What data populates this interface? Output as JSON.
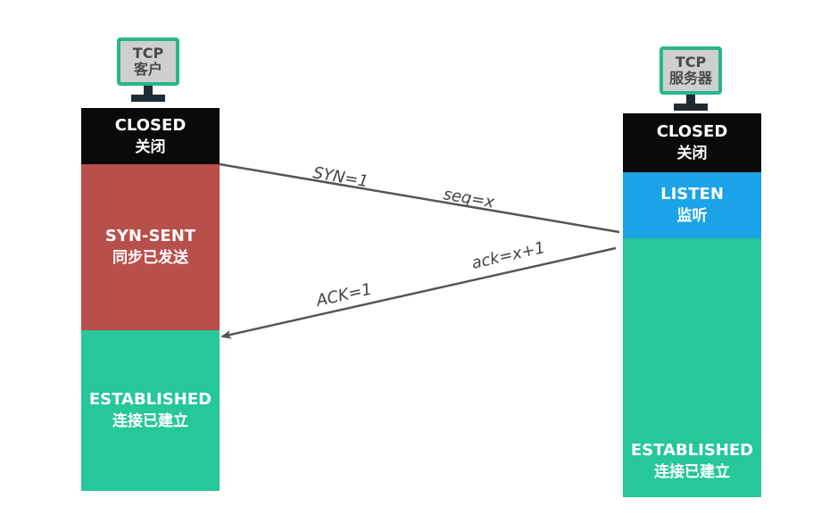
{
  "client": {
    "monitor": {
      "line1": "TCP",
      "line2": "客户"
    },
    "closed": {
      "en": "CLOSED",
      "zh": "关闭"
    },
    "syn_sent": {
      "en": "SYN-SENT",
      "zh": "同步已发送"
    },
    "established": {
      "en": "ESTABLISHED",
      "zh": "连接已建立"
    }
  },
  "server": {
    "monitor": {
      "line1": "TCP",
      "line2": "服务器"
    },
    "closed": {
      "en": "CLOSED",
      "zh": "关闭"
    },
    "listen": {
      "en": "LISTEN",
      "zh": "监听"
    },
    "established": {
      "en": "ESTABLISHED",
      "zh": "连接已建立"
    }
  },
  "messages": {
    "syn": {
      "label1": "SYN=1",
      "label2": "seq=x"
    },
    "ack": {
      "label1": "ACK=1",
      "label2": "ack=x+1"
    }
  },
  "colors": {
    "closed": "#0a0a0a",
    "syn_sent": "#b84f4b",
    "established": "#26c79a",
    "listen": "#1aa3e6",
    "monitor_border": "#28b58b",
    "arrow": "#555555"
  }
}
